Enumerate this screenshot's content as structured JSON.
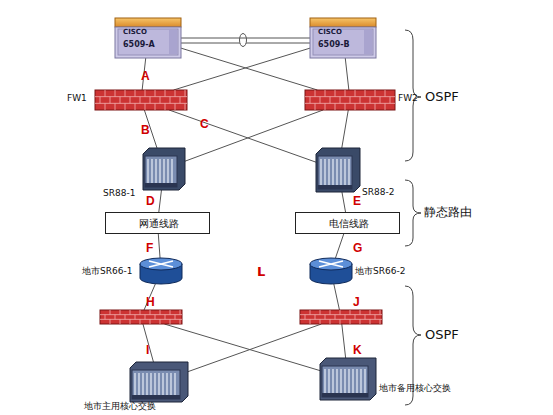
{
  "diagram": {
    "nodes": [
      {
        "text": [
          "CISCO",
          "6509-A"
        ]
      },
      {
        "text": [
          "CISCO",
          "6509-B"
        ]
      },
      {
        "text": [
          "FW1"
        ]
      },
      {
        "text": [
          "FW2"
        ]
      },
      {
        "text": [
          "SR88-1"
        ]
      },
      {
        "text": [
          "SR88-2"
        ]
      },
      {
        "text": [
          "网通线路"
        ]
      },
      {
        "text": [
          "电信线路"
        ]
      },
      {
        "text": [
          "地市SR66-1"
        ]
      },
      {
        "text": [
          "地市SR66-2"
        ]
      },
      {
        "text": []
      },
      {
        "text": []
      },
      {
        "text": [
          "地市主用核心交换"
        ]
      },
      {
        "text": [
          "地市备用核心交换"
        ]
      }
    ],
    "edges": [
      {
        "from": 0,
        "to": 1,
        "arrow": "none"
      },
      {
        "from": 0,
        "to": 2,
        "label": "A",
        "arrow": "none"
      },
      {
        "from": 0,
        "to": 3,
        "arrow": "none"
      },
      {
        "from": 1,
        "to": 2,
        "arrow": "none"
      },
      {
        "from": 1,
        "to": 3,
        "arrow": "none"
      },
      {
        "from": 2,
        "to": 4,
        "label": "B",
        "arrow": "none"
      },
      {
        "from": 2,
        "to": 5,
        "label": "C",
        "arrow": "none"
      },
      {
        "from": 3,
        "to": 4,
        "arrow": "none"
      },
      {
        "from": 3,
        "to": 5,
        "arrow": "none"
      },
      {
        "from": 4,
        "to": 6,
        "label": "D",
        "arrow": "none"
      },
      {
        "from": 5,
        "to": 7,
        "label": "E",
        "arrow": "none"
      },
      {
        "from": 6,
        "to": 8,
        "label": "F",
        "arrow": "none"
      },
      {
        "from": 7,
        "to": 9,
        "label": "G",
        "arrow": "none"
      },
      {
        "from": 8,
        "to": 10,
        "label": "H",
        "arrow": "none"
      },
      {
        "from": 9,
        "to": 11,
        "label": "J",
        "arrow": "none"
      },
      {
        "from": 10,
        "to": 12,
        "label": "I",
        "arrow": "none"
      },
      {
        "from": 10,
        "to": 13,
        "arrow": "none"
      },
      {
        "from": 11,
        "to": 12,
        "arrow": "none"
      },
      {
        "from": 11,
        "to": 13,
        "label": "K",
        "arrow": "none"
      }
    ],
    "labels": [
      "L",
      "OSPF",
      "静态路由",
      "OSPF"
    ]
  }
}
